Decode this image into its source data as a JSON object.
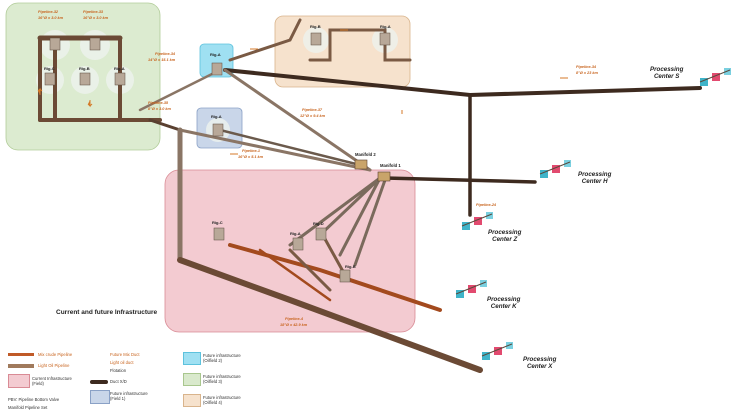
{
  "legend": {
    "title": "Current and future Infrastructure",
    "items": [
      {
        "id": "mix_crude",
        "label": "Mix crude Pipeline"
      },
      {
        "id": "light_oil",
        "label": "Light Oil Pipeline"
      },
      {
        "id": "current",
        "label": "Current Infrastructure (Field)"
      },
      {
        "id": "pbv",
        "label": "PBV: Pipeline Bottom Valve"
      },
      {
        "id": "manifold",
        "label": "Manifold Pipeline Set"
      },
      {
        "id": "future_mix",
        "label": "Future Mix Duct"
      },
      {
        "id": "light_duct",
        "label": "Light oil duct"
      },
      {
        "id": "flotation",
        "label": "Flotation"
      },
      {
        "id": "duct",
        "label": "Duct X/D"
      },
      {
        "id": "future1",
        "label": "Future infrastructure (Field 1)"
      },
      {
        "id": "future2",
        "label": "Future infrastructure (Oilfield 2)"
      },
      {
        "id": "future3",
        "label": "Future infrastructure (Oilfield 3)"
      },
      {
        "id": "future4",
        "label": "Future infrastructure (Oilfield 4)"
      }
    ]
  },
  "processing_centers": [
    {
      "id": "S",
      "line1": "Processing",
      "line2": "Center S"
    },
    {
      "id": "H",
      "line1": "Processing",
      "line2": "Center H"
    },
    {
      "id": "Z",
      "line1": "Processing",
      "line2": "Center Z"
    },
    {
      "id": "K",
      "line1": "Processing",
      "line2": "Center K"
    },
    {
      "id": "X",
      "line1": "Processing",
      "line2": "Center X"
    }
  ],
  "rigs": {
    "field3_top_left": "Rig-A",
    "field3_c": "Rig-C",
    "field3_b": "Rig-B",
    "field3_a": "Rig-A",
    "field2_a": "Rig-A",
    "field4_b": "Rig-B",
    "field4_a": "Rig-A",
    "field1_a": "Rig-A",
    "main_c": "Rig-C",
    "main_a": "Rig-A",
    "main_d": "Rig-D",
    "main_b": "Rig-B"
  },
  "manifolds": {
    "m1": "Manifold 1",
    "m2": "Manifold 2"
  },
  "pipelines": {
    "p32": "Pipeline-32",
    "p32_spec": "16\"Ø x 3.0 km",
    "p33": "Pipeline-33",
    "p33_spec": "16\"Ø x 3.0 km",
    "p34": "Pipeline-34",
    "p34_spec": "14\"Ø x 15.1 km",
    "p35": "Pipeline-35",
    "p35_spec": "8\"Ø x 3.0 km",
    "p37": "Pipeline-37",
    "p37_spec": "12\"Ø x 9.4 km",
    "p_tr": "Pipeline-34",
    "p_tr_spec": "8\"Ø x 23 km",
    "p1": "Pipeline-1",
    "p1_spec": "16\"Ø x 5.1 km",
    "p4": "Pipeline-4",
    "p4_spec": "18\"Ø x 42.9 km",
    "p24": "Pipeline-24"
  }
}
